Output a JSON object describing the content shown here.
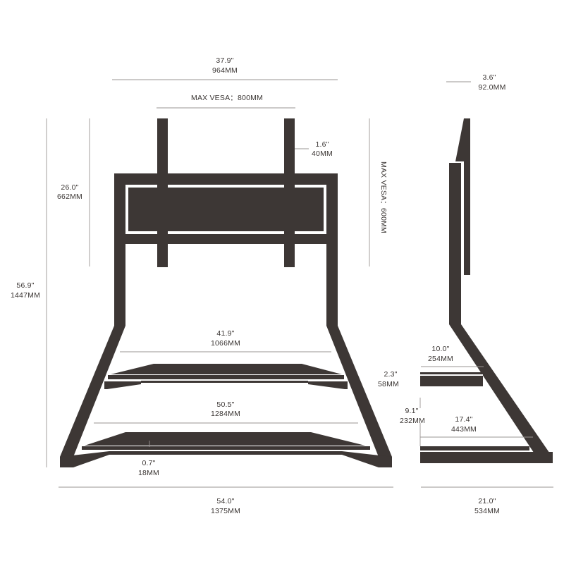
{
  "colors": {
    "frame": "#3d3735",
    "dimension_line": "#9a9593",
    "text": "#3a3533",
    "background": "#ffffff"
  },
  "front_view": {
    "overall_width_in": "37.9\"",
    "overall_width_mm": "964MM",
    "max_vesa_h": "MAX VESA：800MM",
    "bracket_width_in": "1.6\"",
    "bracket_width_mm": "40MM",
    "bracket_height_in": "26.0\"",
    "bracket_height_mm": "662MM",
    "max_vesa_v": "MAX VESA：600MM",
    "total_height_in": "56.9\"",
    "total_height_mm": "1447MM",
    "upper_shelf_in": "41.9\"",
    "upper_shelf_mm": "1066MM",
    "lower_shelf_in": "50.5\"",
    "lower_shelf_mm": "1284MM",
    "shelf_thickness_in": "0.7\"",
    "shelf_thickness_mm": "18MM",
    "base_width_in": "54.0\"",
    "base_width_mm": "1375MM"
  },
  "side_view": {
    "mount_depth_in": "3.6\"",
    "mount_depth_mm": "92.0MM",
    "upper_shelf_depth_in": "10.0\"",
    "upper_shelf_depth_mm": "254MM",
    "upper_shelf_height_in": "2.3\"",
    "upper_shelf_height_mm": "58MM",
    "shelf_gap_in": "9.1\"",
    "shelf_gap_mm": "232MM",
    "lower_shelf_depth_in": "17.4\"",
    "lower_shelf_depth_mm": "443MM",
    "base_depth_in": "21.0\"",
    "base_depth_mm": "534MM"
  }
}
